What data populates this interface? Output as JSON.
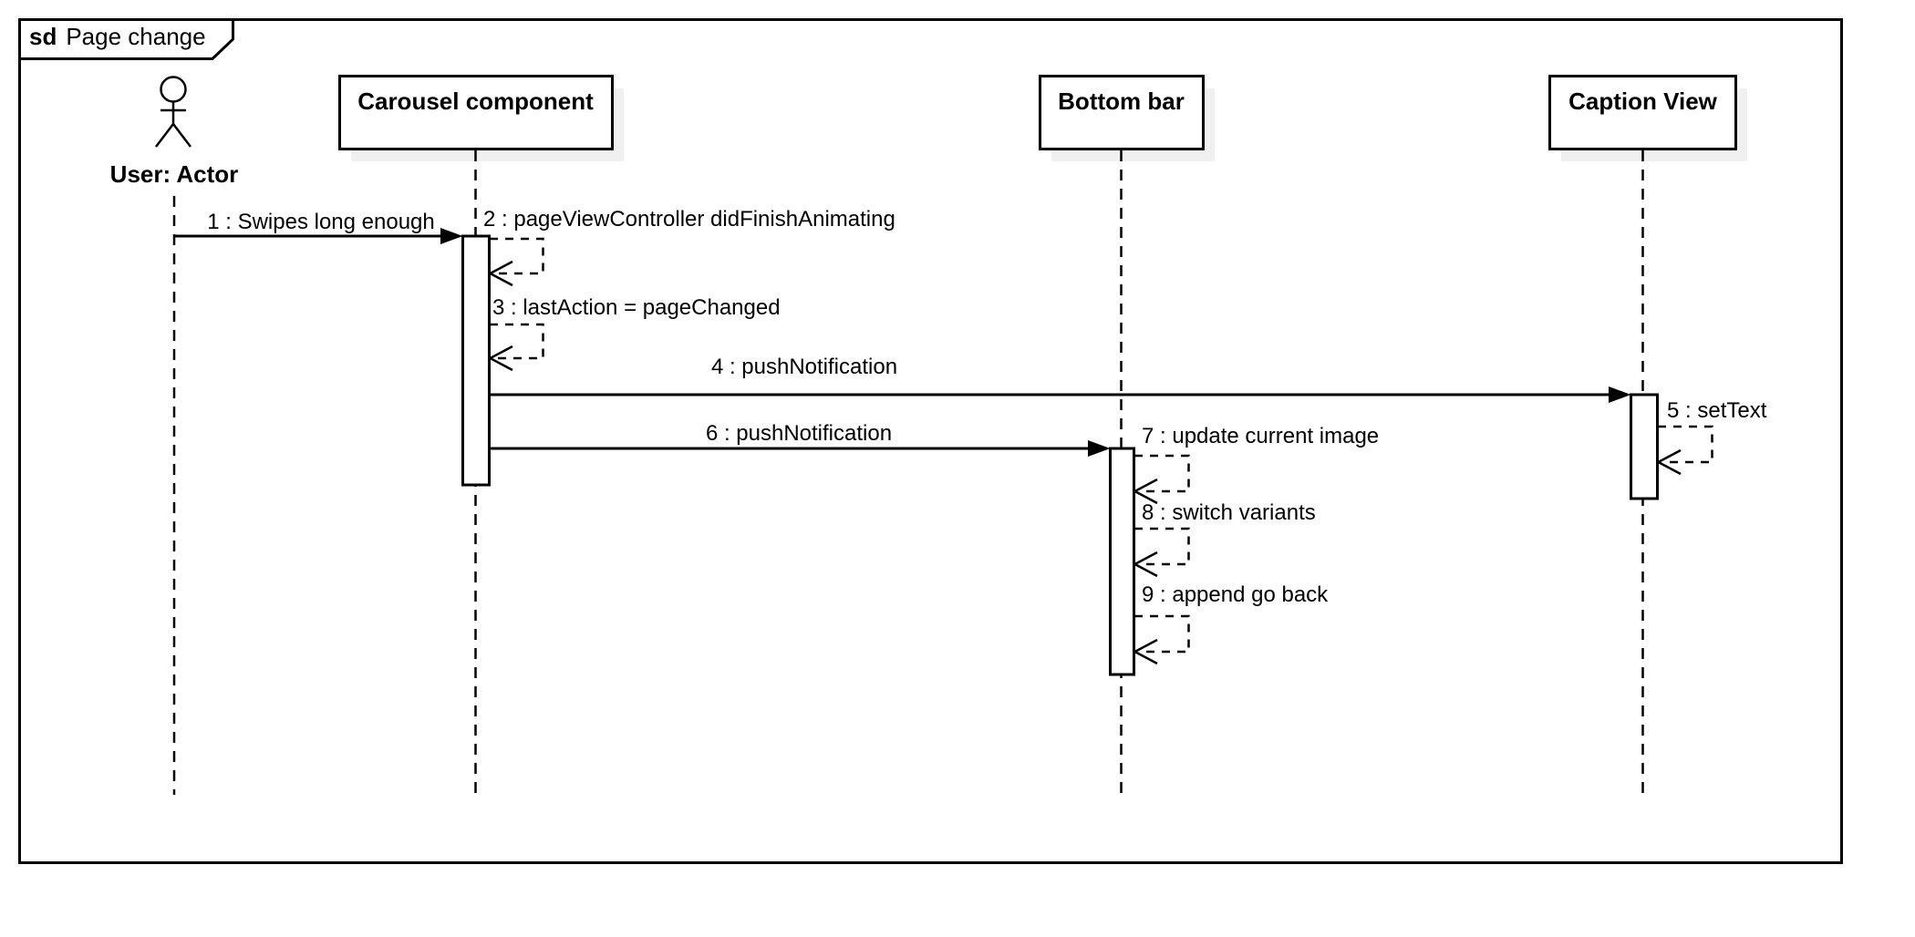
{
  "frame": {
    "keyword": "sd",
    "title": "Page change"
  },
  "participants": [
    {
      "label": "User: Actor",
      "type": "actor"
    },
    {
      "label": "Carousel component",
      "type": "object"
    },
    {
      "label": "Bottom bar",
      "type": "object"
    },
    {
      "label": "Caption View",
      "type": "object"
    }
  ],
  "messages": [
    {
      "label": "1 : Swipes long enough",
      "from": "User: Actor",
      "to": "Carousel component",
      "kind": "sync"
    },
    {
      "label": "2 : pageViewController didFinishAnimating",
      "from": "Carousel component",
      "to": "Carousel component",
      "kind": "self-return"
    },
    {
      "label": "3 : lastAction = pageChanged",
      "from": "Carousel component",
      "to": "Carousel component",
      "kind": "self-return"
    },
    {
      "label": "4 : pushNotification",
      "from": "Carousel component",
      "to": "Caption View",
      "kind": "sync"
    },
    {
      "label": "5 : setText",
      "from": "Caption View",
      "to": "Caption View",
      "kind": "self-return"
    },
    {
      "label": "6 : pushNotification",
      "from": "Carousel component",
      "to": "Bottom bar",
      "kind": "sync"
    },
    {
      "label": "7 : update current image",
      "from": "Bottom bar",
      "to": "Bottom bar",
      "kind": "self-return"
    },
    {
      "label": "8 : switch variants",
      "from": "Bottom bar",
      "to": "Bottom bar",
      "kind": "self-return"
    },
    {
      "label": "9 : append go back",
      "from": "Bottom bar",
      "to": "Bottom bar",
      "kind": "self-return"
    }
  ],
  "colors": {
    "stroke": "#000000",
    "fill": "#ffffff",
    "shadow": "#f0f0f0",
    "background": "#ffffff"
  }
}
